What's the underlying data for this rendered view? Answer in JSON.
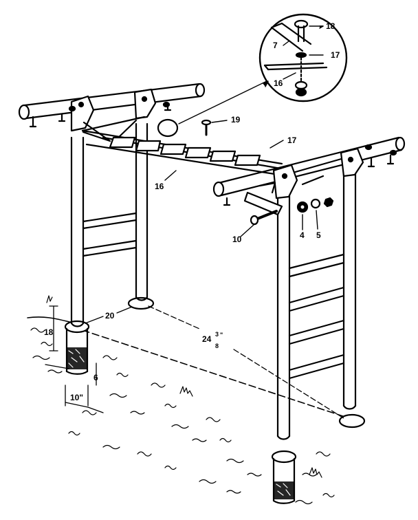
{
  "colors": {
    "ink": "#000000",
    "paper": "#ffffff"
  },
  "callouts": {
    "p18": "18",
    "p7": "7",
    "p17_detail": "17",
    "p16_detail": "16",
    "p19": "19",
    "p17": "17",
    "p16": "16",
    "p10": "10",
    "p4": "4",
    "p5": "5"
  },
  "dimensions": {
    "depth": "18",
    "hole_diameter": "20",
    "hole_spacing_whole": "24",
    "hole_spacing_num": "3",
    "hole_spacing_den": "8",
    "hole_spacing_unit": "\"",
    "concrete_gap": "6",
    "hole_width": "10\""
  }
}
